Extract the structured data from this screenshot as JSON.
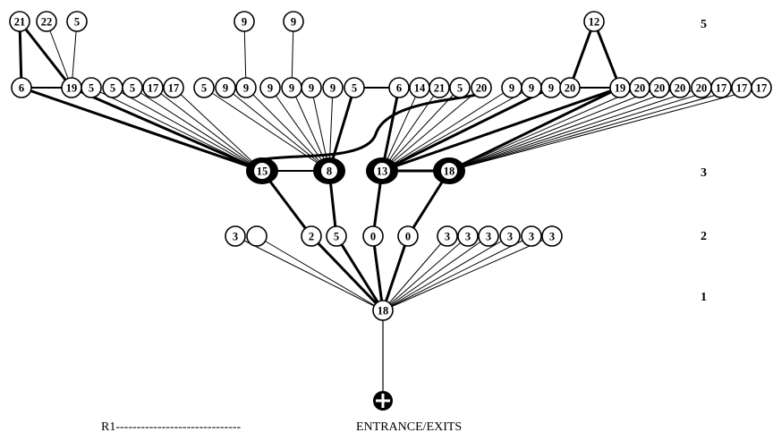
{
  "diagram": {
    "level_labels": [
      "5",
      "3",
      "2",
      "1"
    ],
    "caption_left": "R1------------------------------",
    "caption_right": "ENTRANCE/EXITS",
    "entrance_icon": "circled-plus-icon",
    "colors": {
      "line": "#000000",
      "node_fill": "#ffffff",
      "hub_fill": "#000000"
    },
    "nodes": {
      "level5_top": [
        "21",
        "22",
        "5",
        "9",
        "9",
        "12"
      ],
      "level4_row": [
        "6",
        "19",
        "5",
        "5",
        "5",
        "17",
        "17",
        "5",
        "9",
        "9",
        "9",
        "9",
        "9",
        "9",
        "5",
        "6",
        "14",
        "21",
        "5",
        "20",
        "9",
        "9",
        "9",
        "20",
        "19",
        "20",
        "20",
        "20",
        "20",
        "17",
        "17",
        "17"
      ],
      "level3_hubs": [
        "15",
        "8",
        "13",
        "18"
      ],
      "level2_row": [
        "3",
        "",
        "2",
        "5",
        "0",
        "0",
        "3",
        "3",
        "3",
        "3",
        "3",
        "3"
      ],
      "level1_root": "18"
    }
  }
}
